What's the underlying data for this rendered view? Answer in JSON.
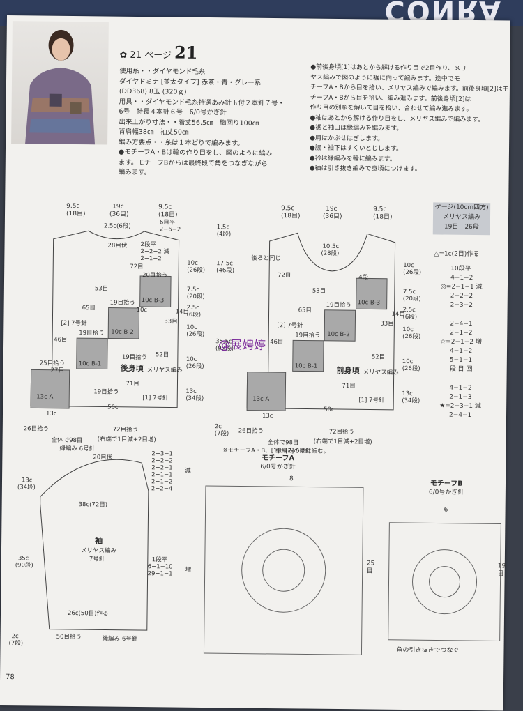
{
  "magazine_strip": "CONRA",
  "page_label": "21 ページ",
  "page_num": "21",
  "materials": [
    "使用糸・・ダイヤモンド毛糸",
    "ダイヤドミナ [並太タイプ] 赤茶・青・グレー系",
    "(DD368) 8玉 (320ｇ)",
    "用具・・ダイヤモンド毛糸特選あみ針玉付２本針７号・",
    "6号　特長４本針６号　6/0号かぎ針",
    "出来上がり寸法・・着丈56.5㎝　胸回り100㎝",
    "背肩幅38㎝　袖丈50㎝",
    "編み方要点・・糸は１本どりで編みます。",
    "●モチーフA・Bは輪の作り目をし、図のように編み",
    "ます。モチーフBからは最終段で角をつなぎながら",
    "編みます。"
  ],
  "instructions": [
    "●前後身頃[1]はあとから解ける作り目で2目作り、メリ",
    "ヤス編みで図のように裾に向って編みます。途中でモ",
    "チーフA・Bから目を拾い、メリヤス編みで編みます。前後身頃[2]はモ",
    "チーフA・Bから目を拾い、編み進みます。前後身頃[2]は",
    "作り目の別糸を解いて目を拾い、合わせて編み進みます。",
    "●袖はあとから解ける作り目をし、メリヤス編みで編みます。",
    "●裾と袖口は縁編みを編みます。",
    "●肩はかぶせはぎします。",
    "●脇・袖下はすくいとじします。",
    "●衿は縁編みを輪に編みます。",
    "●袖は引き抜き編みで身頃につけます。"
  ],
  "gauge": {
    "title": "ゲージ(10cm四方)",
    "line2": "メリヤス編み",
    "line3": "19目　26段"
  },
  "legend": {
    "note1": "△=1c(2目)作る",
    "dec1": [
      "10段平",
      "4−1−2",
      "2−1−1",
      "2−2−2",
      "2−3−2"
    ],
    "dec1_label": "減",
    "inc": [
      "2−4−1",
      "2−1−2",
      "2−1−2",
      "4−1−2",
      "5−1−1",
      "段 目 回"
    ],
    "inc_label": "増",
    "dec2": [
      "4−1−2",
      "2−1−3",
      "2−3−1",
      "2−4−1"
    ],
    "dec2_label": "減"
  },
  "back": {
    "top_dims": [
      "9.5c",
      "(18目)",
      "19c",
      "(36目)",
      "9.5c",
      "(18目)"
    ],
    "labels": [
      "2.5c(6段)",
      "6目平",
      "2−6−2",
      "28目伏",
      "2段平",
      "2−2−2 減",
      "2−1−2",
      "72目",
      "20目拾う",
      "53目",
      "10c B-3",
      "65目",
      "19目拾う",
      "[2] 7号針",
      "10c B-2",
      "46目",
      "19目拾う",
      "25目拾う",
      "27目",
      "10c B-1",
      "19目拾う",
      "71目",
      "13c A",
      "19目拾う",
      "50c",
      "[1] 7号針",
      "13c",
      "26目拾う",
      "72目拾う",
      "全体で98目",
      "縁編み 6号針",
      "(右端で1目減+2目増)",
      "後身頃",
      "メリヤス編み",
      "10c",
      "33目",
      "14目",
      "52目"
    ],
    "side": [
      "10c",
      "(26段)",
      "7.5c",
      "(20段)",
      "2.5c",
      "(6段)",
      "10c",
      "(26段)",
      "10c",
      "(26段)",
      "13c",
      "(34段)"
    ],
    "center": [
      "1.5c",
      "(4段)",
      "17.5c",
      "(46段)",
      "35.5c",
      "(92段)",
      "2c",
      "(7段)"
    ]
  },
  "front": {
    "top_dims": [
      "9.5c",
      "(18目)",
      "19c",
      "(36目)",
      "9.5c",
      "(18目)"
    ],
    "labels": [
      "10.5c",
      "(28段)",
      "72目",
      "4段",
      "後ろと同じ",
      "53目",
      "10c B-3",
      "65目",
      "19目拾う",
      "[2] 7号針",
      "10c B-2",
      "46目",
      "19目拾う",
      "前身頃",
      "メリヤス編み",
      "10c B-1",
      "13c A",
      "[1] 7号針",
      "26目拾う",
      "72目拾う",
      "全体で98目",
      "(右端で1目減+2目増)",
      "縁編み 6号針",
      "※モチーフA・B、[1]、[2]の順に編む。",
      "33目",
      "14目",
      "52目",
      "71目",
      "50c",
      "13c"
    ],
    "side": [
      "10c",
      "(26段)",
      "7.5c",
      "(20段)",
      "2.5c",
      "(6段)",
      "10c",
      "(26段)",
      "10c",
      "(26段)",
      "13c",
      "(34段)"
    ]
  },
  "sleeve": {
    "labels": [
      "20目伏",
      "2−3−1",
      "2−2−2",
      "2−2−1",
      "2−1−1",
      "2−1−2",
      "2−2−4",
      "減",
      "13c",
      "(34段)",
      "38c(72目)",
      "袖",
      "メリヤス編み",
      "7号針",
      "35c",
      "(90段)",
      "1段平",
      "6−1−10",
      "29−1−1",
      "増",
      "26c(50目)作る",
      "2c",
      "(7段)",
      "50目拾う",
      "縁編み 6号針"
    ]
  },
  "motif_a": {
    "title": "モチーフA",
    "needle": "6/0号かぎ針",
    "n1": "8",
    "n2": "25",
    "n3": "目"
  },
  "motif_b": {
    "title": "モチーフB",
    "needle": "6/0号かぎ針",
    "n1": "6",
    "n2": "19",
    "n3": "目",
    "note": "角の引き抜きでつなぐ"
  },
  "watermark": "@展娉婷",
  "folio": "78"
}
